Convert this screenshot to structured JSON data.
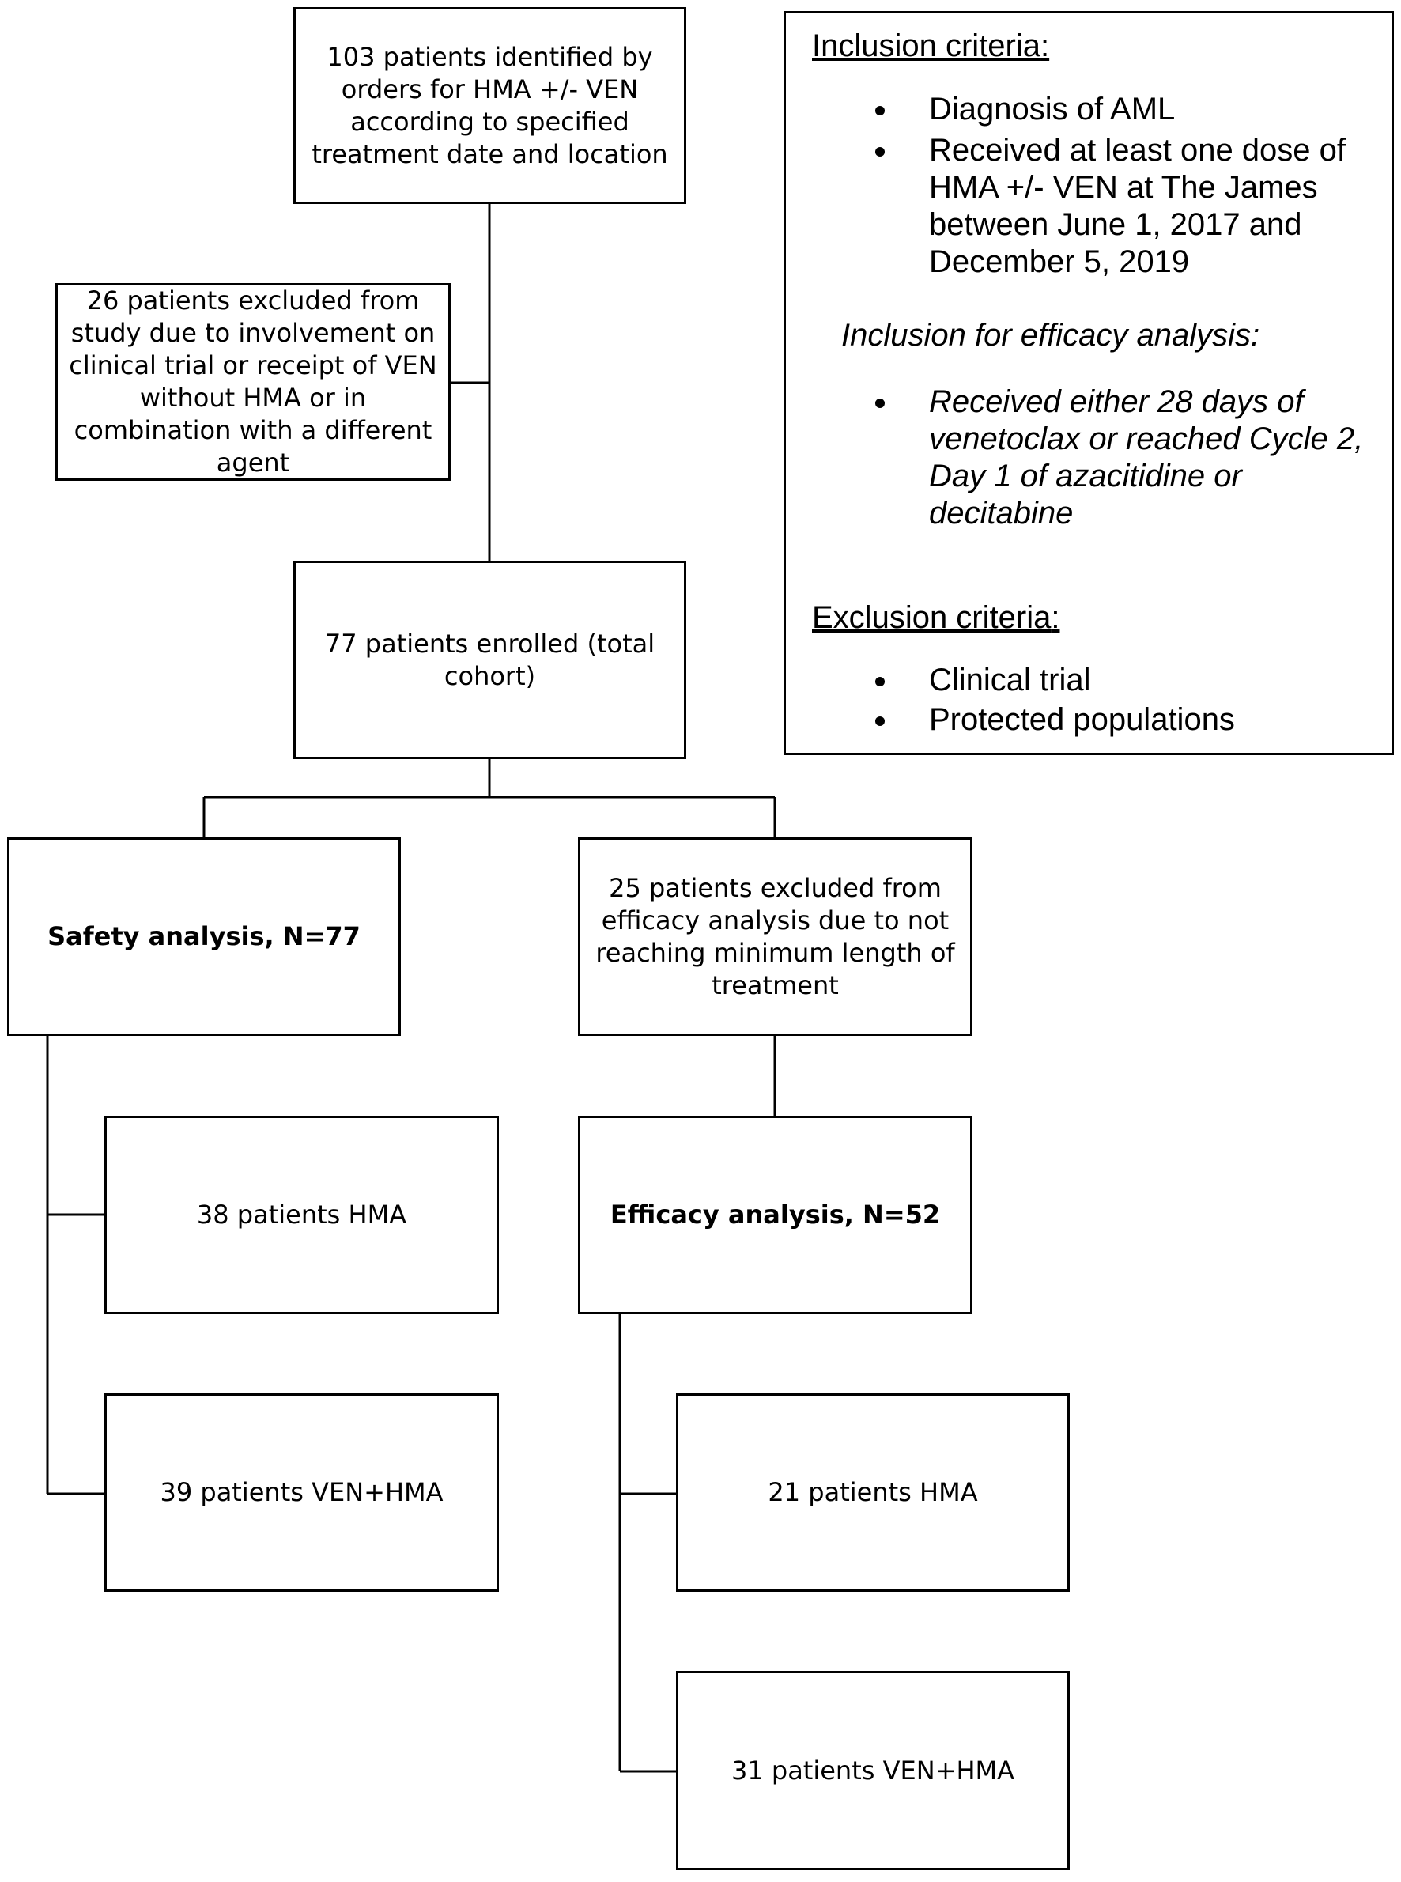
{
  "flowchart": {
    "identified": "103 patients identified by orders for HMA +/- VEN according to specified treatment date and location",
    "excluded_study": "26 patients excluded from study due to involvement on clinical trial or receipt of VEN without HMA or in combination with a different agent",
    "enrolled": "77 patients enrolled (total cohort)",
    "safety": "Safety analysis, N=77",
    "excluded_efficacy": "25 patients excluded from efficacy analysis due to not reaching minimum length of treatment",
    "efficacy": "Efficacy analysis, N=52",
    "safety_hma": "38 patients HMA",
    "safety_ven_hma": "39 patients VEN+HMA",
    "efficacy_hma": "21 patients HMA",
    "efficacy_ven_hma": "31 patients VEN+HMA"
  },
  "criteria": {
    "inclusion_heading": "Inclusion criteria",
    "inclusion_items": [
      "Diagnosis of AML",
      "Received at least one dose of HMA +/- VEN at The James between June 1, 2017 and December 5, 2019"
    ],
    "efficacy_heading": "Inclusion for efficacy analysis:",
    "efficacy_items": [
      "Received either 28 days of venetoclax or reached Cycle 2, Day 1 of azacitidine or decitabine"
    ],
    "exclusion_heading": "Exclusion criteria",
    "exclusion_items": [
      "Clinical trial",
      "Protected populations"
    ]
  }
}
